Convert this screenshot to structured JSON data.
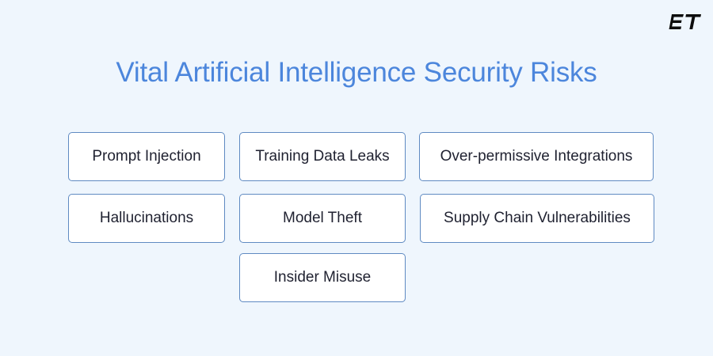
{
  "brand": {
    "logo_text": "ET",
    "logo_icon": "et-logo-icon",
    "logo_color": "#0d0d0d"
  },
  "header": {
    "title": "Vital Artificial Intelligence Security Risks",
    "title_color": "#4c86dc"
  },
  "colors": {
    "background": "#eff6fd",
    "card_background": "#ffffff",
    "card_border": "#5f8ac2",
    "card_text": "#1f2130"
  },
  "risks": [
    {
      "label": "Prompt Injection"
    },
    {
      "label": "Training Data Leaks"
    },
    {
      "label": "Over-permissive Integrations"
    },
    {
      "label": "Hallucinations"
    },
    {
      "label": "Model Theft"
    },
    {
      "label": "Supply Chain Vulnerabilities"
    },
    {
      "label": "Insider Misuse"
    }
  ]
}
